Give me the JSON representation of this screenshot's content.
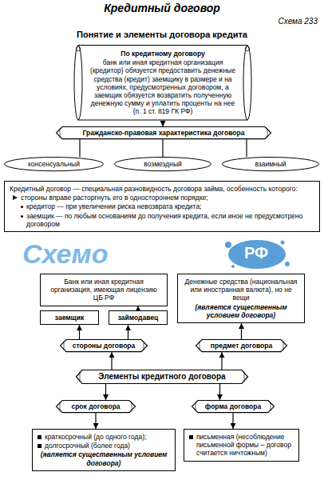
{
  "diagram": {
    "title": "Кредитный договор",
    "nodes": [
      {
        "text": [
          "По кредитному договору",
          "банк или иная кредитная организация (кредитор) обязуется предоставить денежные средства (кредит) заемщику в размере и на условиях, предусмотренных договором, а заемщик обязуется возвратить полученную денежную сумму и уплатить проценты на нее (п. 1 ст. 819 ГК РФ)"
        ]
      },
      {
        "text": [
          "Гражданско-правовая характеристика договора"
        ]
      },
      {
        "text": [
          "консенсуальный"
        ]
      },
      {
        "text": [
          "возмездный"
        ]
      },
      {
        "text": [
          "взаимный"
        ]
      },
      {
        "text": [
          "Кредитный договор — специальная разновидность договора займа, особенность которого:",
          "стороны вправе расторгнуть его в одностороннем порядке;",
          "кредитор — при увеличении риска невозврата кредита;",
          "заемщик — по любым основаниям до получения кредита, если иное не предусмотрено договором"
        ]
      },
      {
        "text": [
          "Банк или иная кредитная организация, имеющая лицензию ЦБ РФ"
        ]
      },
      {
        "text": [
          "Денежные средства (национальная или иностранная валюта), но не вещи",
          "(является существенным условием договора)"
        ]
      },
      {
        "text": [
          "заемщик"
        ]
      },
      {
        "text": [
          "займодавец"
        ]
      },
      {
        "text": [
          "стороны договора"
        ]
      },
      {
        "text": [
          "предмет договора"
        ]
      },
      {
        "text": [
          "Элементы кредитного договора"
        ]
      },
      {
        "text": [
          "срок договора"
        ]
      },
      {
        "text": [
          "форма договора"
        ]
      },
      {
        "text": [
          "краткосрочный (до одного года);",
          "долгосрочный (более года)",
          "(является существенным условием договора)"
        ]
      },
      {
        "text": [
          "письменная (несоблюдение письменной формы – договор считается ничтожным)"
        ]
      }
    ],
    "edges": [
      {
        "from": 0,
        "to": 1,
        "arrow": "to"
      },
      {
        "from": 1,
        "to": 2,
        "arrow": "none"
      },
      {
        "from": 1,
        "to": 3,
        "arrow": "none"
      },
      {
        "from": 1,
        "to": 4,
        "arrow": "none"
      },
      {
        "from": 9,
        "to": 6,
        "arrow": "to"
      },
      {
        "from": 10,
        "to": 8,
        "arrow": "to"
      },
      {
        "from": 10,
        "to": 9,
        "arrow": "to"
      },
      {
        "from": 11,
        "to": 7,
        "arrow": "to"
      },
      {
        "from": 12,
        "to": 10,
        "arrow": "to"
      },
      {
        "from": 12,
        "to": 11,
        "arrow": "to"
      },
      {
        "from": 12,
        "to": 13,
        "arrow": "to"
      },
      {
        "from": 12,
        "to": 14,
        "arrow": "to"
      },
      {
        "from": 13,
        "to": 15,
        "arrow": "to"
      },
      {
        "from": 14,
        "to": 16,
        "arrow": "to"
      }
    ],
    "labels": [
      "Схема 233",
      "Понятие и элементы договора кредита",
      "Схемо",
      "РФ"
    ]
  }
}
